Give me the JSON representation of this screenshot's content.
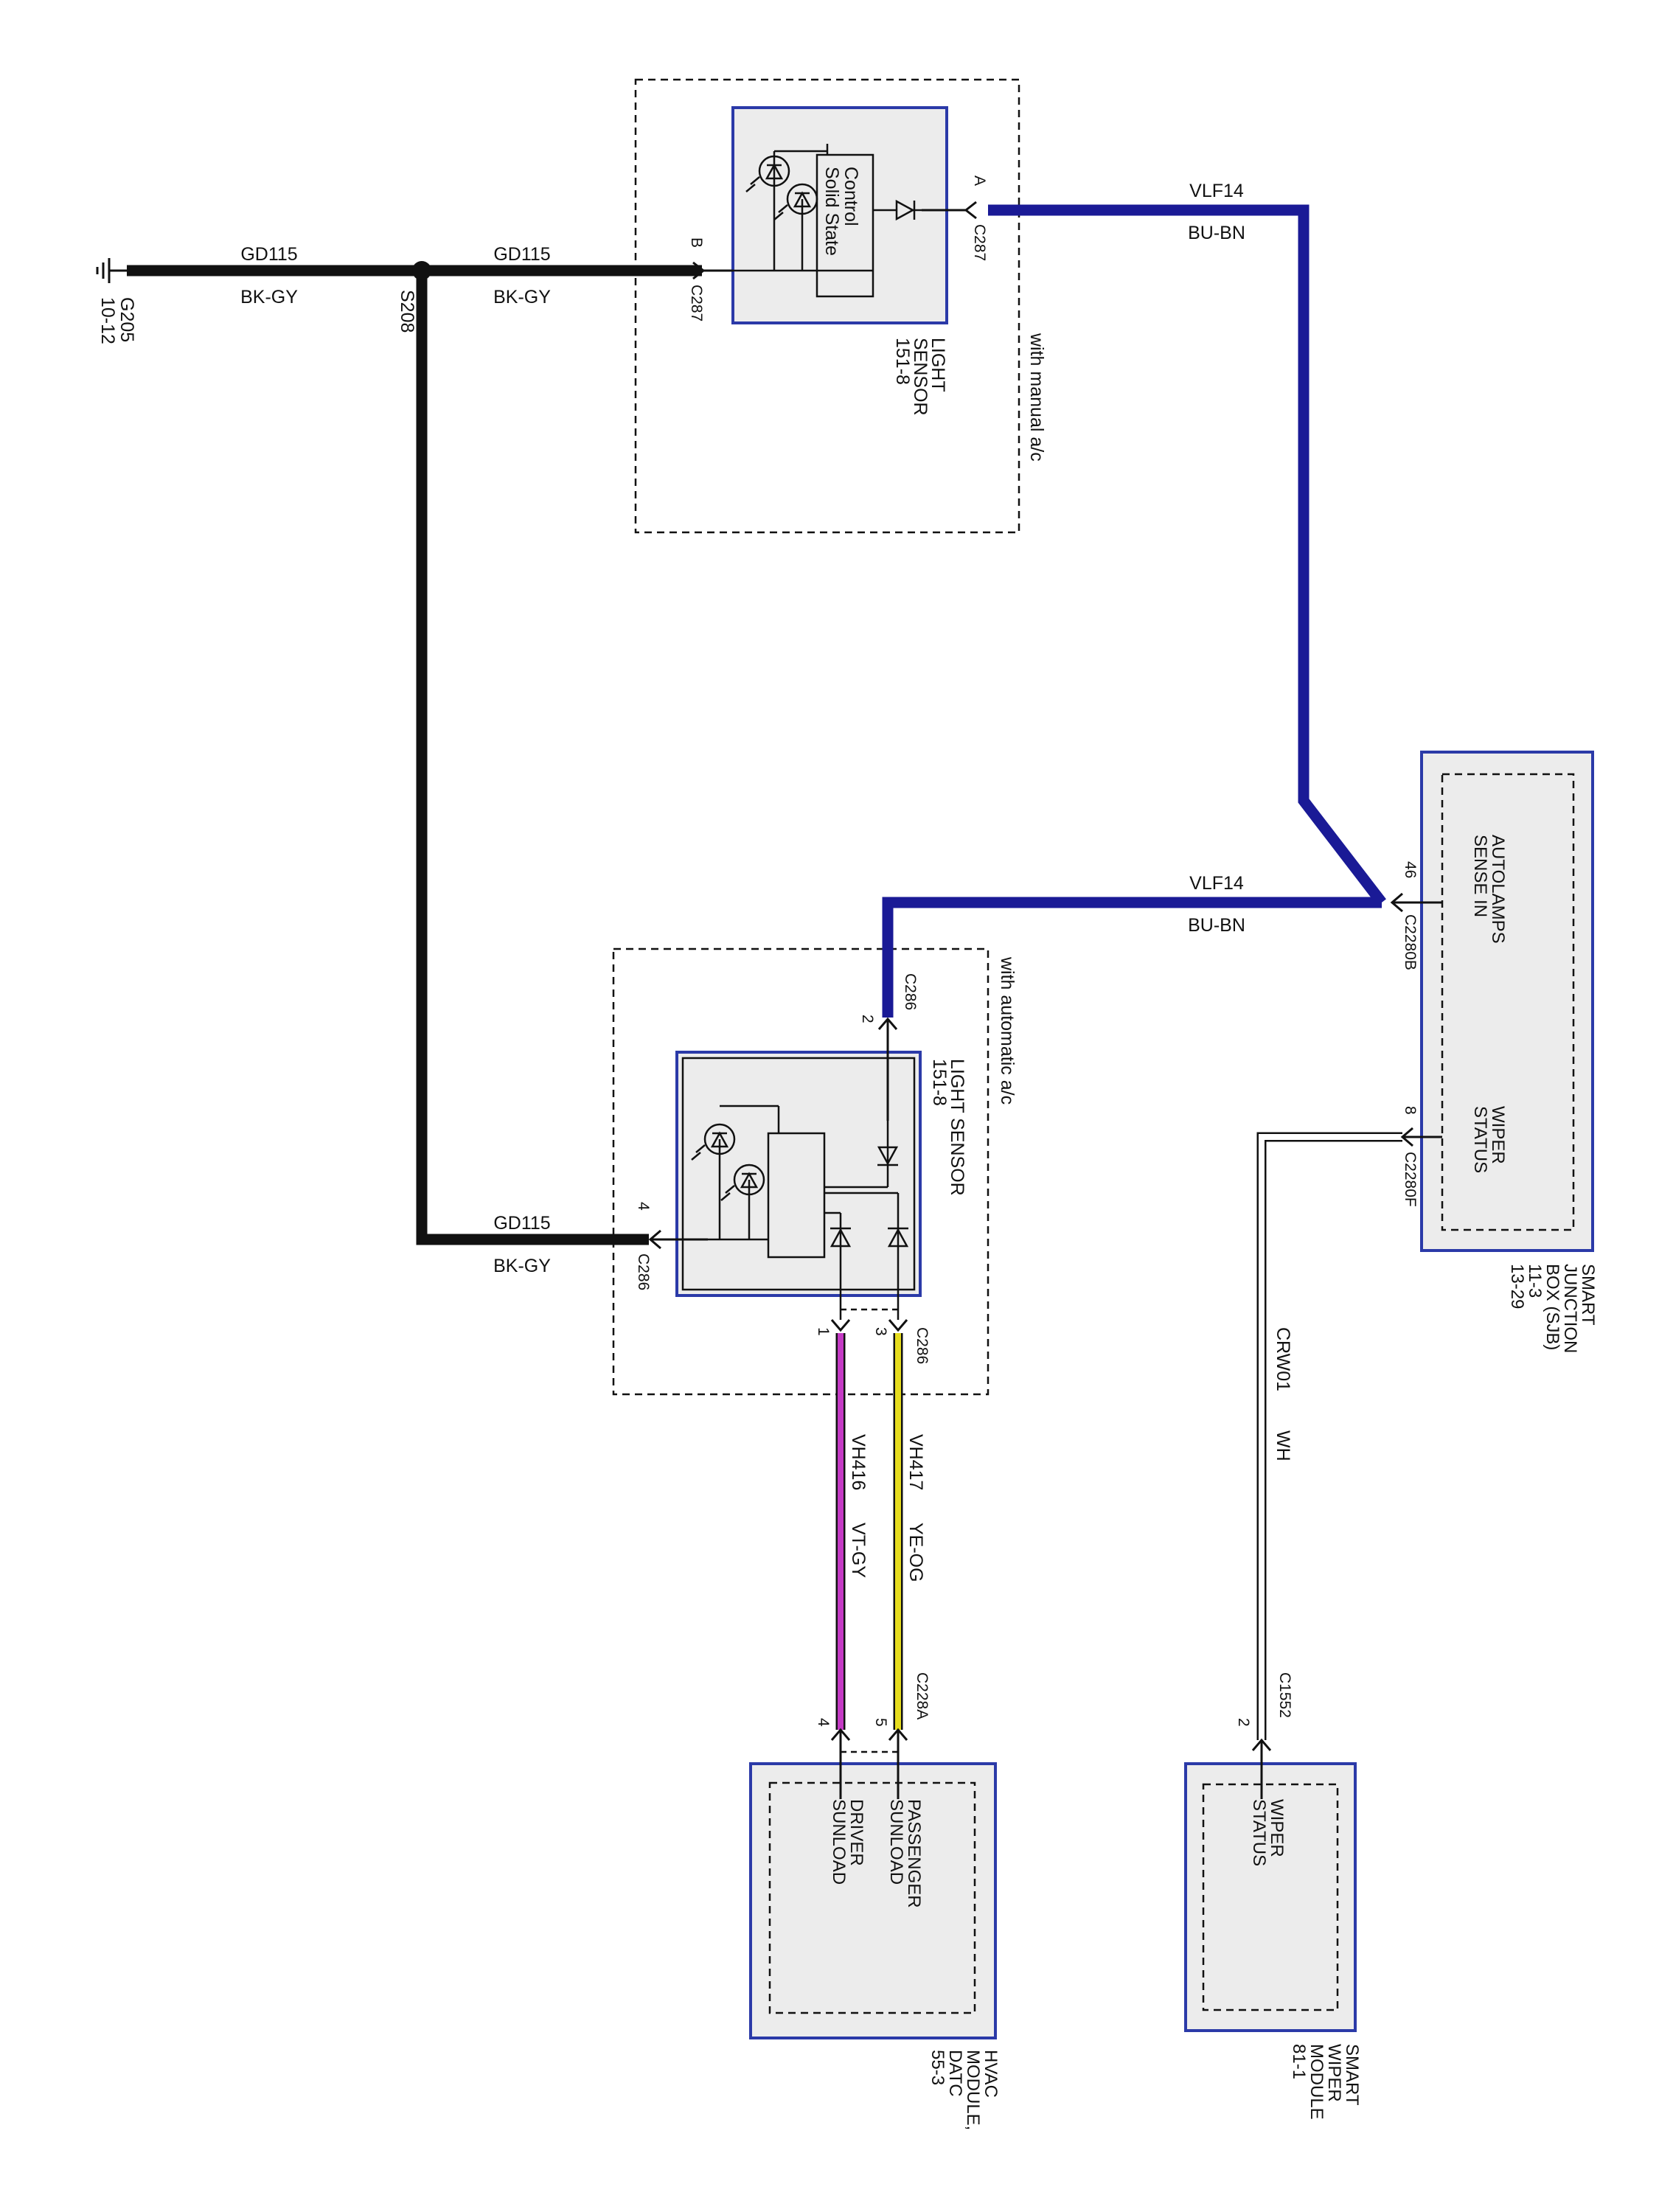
{
  "colors": {
    "ground_wire": "#111111",
    "blue_wire": "#1a1a96",
    "white_wire": "#ffffff",
    "violet_wire": "#c43ac4",
    "yellow_wire": "#e6dc1e",
    "module_border": "#2b3aa8",
    "module_fill": "#ececec"
  },
  "ground": {
    "id": "G205",
    "ref": "10-12"
  },
  "splice": {
    "id": "S208"
  },
  "wires": {
    "gd115_left": {
      "circuit": "GD115",
      "color": "BK-GY"
    },
    "gd115_right": {
      "circuit": "GD115",
      "color": "BK-GY"
    },
    "gd115_lower": {
      "circuit": "GD115",
      "color": "BK-GY"
    },
    "vlf14_upper": {
      "circuit": "VLF14",
      "color": "BU-BN"
    },
    "vlf14_lower": {
      "circuit": "VLF14",
      "color": "BU-BN"
    },
    "crw01": {
      "circuit": "CRW01",
      "color": "WH"
    },
    "vh416": {
      "circuit": "VH416",
      "color": "VT-GY"
    },
    "vh417": {
      "circuit": "VH417",
      "color": "YE-OG"
    }
  },
  "light_sensor_manual": {
    "option": "with manual a/c",
    "name": "LIGHT",
    "name2": "SENSOR",
    "ref": "151-8",
    "control_line1": "Control",
    "control_line2": "Solid State",
    "pin_a": "A",
    "pin_b": "B",
    "connector_a": "C287",
    "connector_b": "C287"
  },
  "light_sensor_auto": {
    "option": "with automatic a/c",
    "name": "LIGHT SENSOR",
    "ref": "151-8",
    "pin_2": "2",
    "pin_4": "4",
    "pin_1": "1",
    "pin_3": "3",
    "connector_top": "C286",
    "connector_left": "C286",
    "connector_bottom": "C286"
  },
  "sjb": {
    "name1": "SMART",
    "name2": "JUNCTION",
    "name3": "BOX (SJB)",
    "ref1": "11-3",
    "ref2": "13-29",
    "autolamps_line1": "AUTOLAMPS",
    "autolamps_line2": "SENSE IN",
    "wiper_line1": "WIPER",
    "wiper_line2": "STATUS",
    "pin_46": "46",
    "pin_8": "8",
    "connector_b": "C2280B",
    "connector_f": "C2280F"
  },
  "hvac": {
    "name1": "HVAC",
    "name2": "MODULE,",
    "name3": "DATC",
    "ref": "55-3",
    "driver_line1": "DRIVER",
    "driver_line2": "SUNLOAD",
    "passenger_line1": "PASSENGER",
    "passenger_line2": "SUNLOAD",
    "pin_4": "4",
    "pin_5": "5",
    "connector": "C228A"
  },
  "wiper_module": {
    "name1": "SMART",
    "name2": "WIPER",
    "name3": "MODULE",
    "ref": "81-1",
    "wiper_line1": "WIPER",
    "wiper_line2": "STATUS",
    "pin_2": "2",
    "connector": "C1552"
  }
}
